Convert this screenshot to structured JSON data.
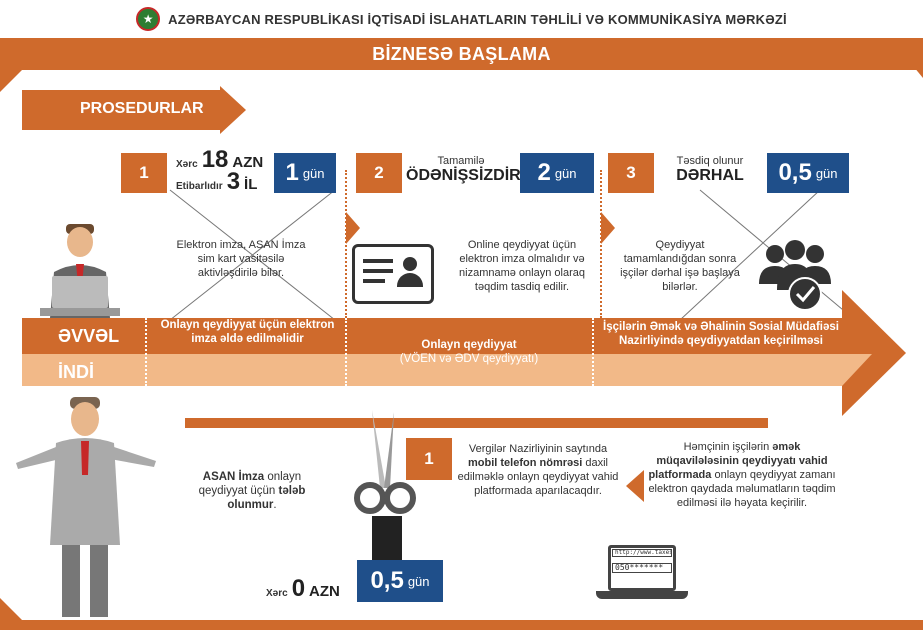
{
  "header": {
    "title": "AZƏRBAYCAN RESPUBLİKASI İQTİSADİ İSLAHATLARIN TƏHLİLİ VƏ KOMMUNİKASİYA MƏRKƏZİ"
  },
  "banner": {
    "title": "BİZNESƏ BAŞLAMA"
  },
  "section": {
    "label": "PROSEDURLAR"
  },
  "steps": [
    {
      "num": "1",
      "cost_label": "Xərc",
      "cost_value": "18",
      "cost_unit": "AZN",
      "valid_label": "Etibarlıdır",
      "valid_value": "3",
      "valid_unit": "İL",
      "days": "1",
      "days_unit": "gün",
      "desc": "Elektron imza, ASAN İmza sim kart vasitəsilə aktivləşdirilə bilər."
    },
    {
      "num": "2",
      "pre": "Tamamilə",
      "headline": "ÖDƏNİŞSİZDİR",
      "days": "2",
      "days_unit": "gün",
      "desc": "Online qeydiyyat üçün elektron imza olmalıdır və nizamnamə onlayn olaraq təqdim tasdiq edilir."
    },
    {
      "num": "3",
      "pre": "Təsdiq olunur",
      "headline": "DƏRHAL",
      "days": "0,5",
      "days_unit": "gün",
      "desc": "Qeydiyyat tamamlandığdan sonra işçilər dərhal işə başlaya bilərlər."
    }
  ],
  "band": {
    "before_label": "ƏVVƏL",
    "now_label": "İNDİ",
    "before_1": "Onlayn qeydiyyat üçün elektron imza əldə edilməlidir",
    "mid_title": "Onlayn qeydiyyat",
    "mid_sub": "(VÖEN və ƏDV qeydiyyatı)",
    "before_3": "İşçilərin Əmək və Əhalinin Sosial Müdafiəsi Nazirliyində qeydiyyatdan keçirilməsi"
  },
  "now": {
    "asan_pre": "ASAN İmza",
    "asan_mid": " onlayn qeydiyyat üçün ",
    "asan_bold": "tələb olunmur",
    "asan_end": ".",
    "cost_label": "Xərc",
    "cost_value": "0",
    "cost_unit": "AZN",
    "days": "0,5",
    "days_unit": "gün",
    "num": "1",
    "tax_1": "Vergilər Nazirliyinin saytında ",
    "tax_bold": "mobil telefon nömrəsi",
    "tax_2": " daxil edilməklə onlayn qeydiyyat vahid platformada aparılacaqdır.",
    "emp_1": "Həmçinin işçilərin ",
    "emp_bold": "əmək müqavilələsinin qeydiyyatı vahid platformada",
    "emp_2": " onlayn qeydiyyat zamanı elektron qaydada məlumatların təqdim edilməsi ilə həyata keçirilir.",
    "url": "http://www.taxes.gov.az",
    "phone": "050*******"
  }
}
